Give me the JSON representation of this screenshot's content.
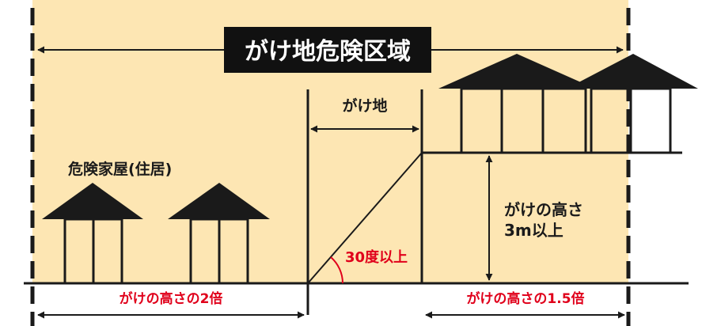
{
  "colors": {
    "zone_fill": "#fde6b3",
    "ink": "#1a1a1a",
    "accent_red": "#e0001b",
    "label_box": "#111111",
    "white": "#ffffff"
  },
  "diagram": {
    "zone_title": "がけ地危険区域",
    "cliff_width_label": "がけ地",
    "dangerous_houses_label": "危険家屋(住居)",
    "cliff_height_label_line1": "がけの高さ",
    "cliff_height_label_line2": "3m以上",
    "slope_angle_label": "30度以上",
    "left_extent_label": "がけの高さの2倍",
    "right_extent_label": "がけの高さの1.5倍"
  }
}
